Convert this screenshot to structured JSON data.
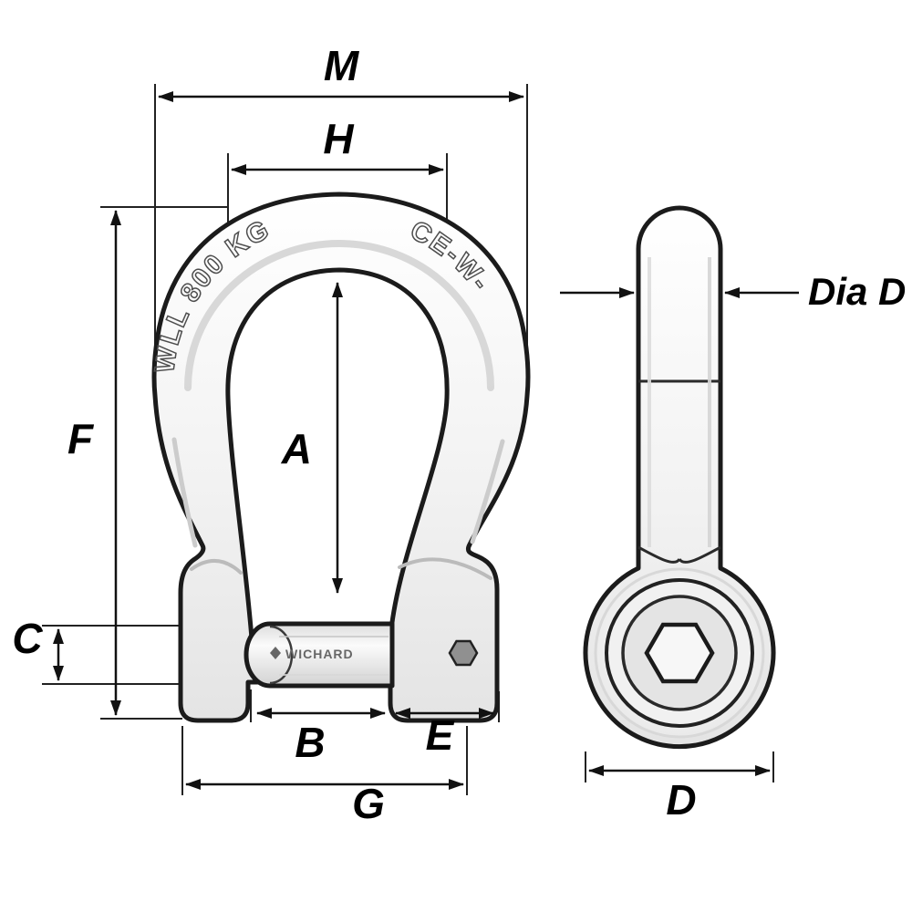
{
  "diagram": {
    "type": "technical-drawing",
    "subject": "bow shackle with hex-socket pin, front and side views",
    "front_view": {
      "engraving_left": "WLL 800 KG",
      "engraving_right": "CE-W-",
      "pin_brand": "WICHARD",
      "dimensions": {
        "M": "M",
        "H": "H",
        "A": "A",
        "F": "F",
        "C": "C",
        "B": "B",
        "E": "E",
        "G": "G"
      }
    },
    "side_view": {
      "dimensions": {
        "dia_d": "Dia D",
        "d": "D"
      }
    },
    "colors": {
      "line": "#1b1b1b",
      "dimension": "#111111",
      "metal_shade": "#d4d4d4",
      "background": "#ffffff"
    }
  }
}
